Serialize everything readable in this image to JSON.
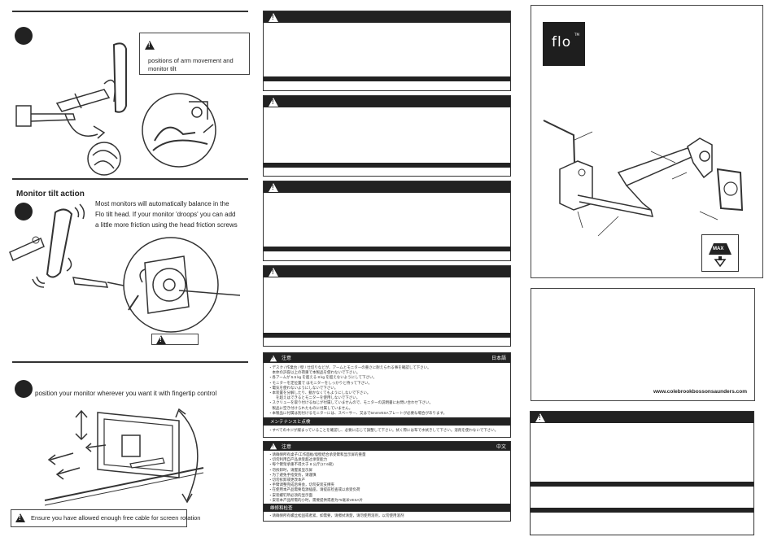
{
  "left": {
    "note_positions": "positions of arm movement and",
    "note_tilt": "monitor tilt",
    "tilt_heading": "Monitor tilt action",
    "tilt_line1": "Most monitors will automatically balance in the",
    "tilt_line2": "Flo tilt head. If your monitor 'droops' you can add",
    "tilt_line3": "a little more friction using the head friction screws",
    "position_text": "position your monitor wherever you want it with fingertip control",
    "cable_warning": "Ensure you have allowed enough free cable for screen rotation"
  },
  "middle": {
    "jp": {
      "header_title": "注意",
      "header_lang": "日本語",
      "lines": [
        "・デスク / 作業台 / 壁 / 仕切りなどが、アームとモニターの重さに耐えられる事を確認して下さい。",
        "　本体の許容以上の荷重で本製品を使わないで下さい。",
        "・各アームが 5.5 kg を超える 8 kg を超えないようにして下さい。",
        "・モニターを定位置で はモニターをしっかりと持って下さい。",
        "・電気を使わないようにしないで下さい。",
        "・本装置を分解したり、動かなくてもようにしないで下さい。",
        "　　を超えはできるとモニターを使用しないで下さい。",
        "・スクリューを取り付けるねじが付属していませんので、モニターの説明書にお問い合わせ下さい。",
        "　製品に空き付けられたものに付属していません。",
        "・本製品に付属は別付けるモニターには、スペーサー、又はで5mmVESAプレートが必要な場合があります。"
      ],
      "maint_title": "メンテナンスと点検",
      "maint_line": "・すべてのネジが緩まっていることを確認し、必要に応じて調整して下さい。拭く際には布で水拭きして下さい。溶剤を使わないで下さい。"
    },
    "zh": {
      "header_title": "注意",
      "header_lang": "中文",
      "lines": [
        "・请确保所有桌子/工作面板/墙壁结合承受臂和显示屏的重量",
        "・切勿利用自产品承受超过承受能力",
        "・每个臂架承重不得大于 8 公斤(17.6磅)",
        "・勿拆卸时，请握紧显示屏",
        "・为了避免手指受伤，请谨慎",
        "・切勿拆卸或更改本产",
        "・手臂调整完成后将会，切勿安装支撑夹",
        "・在使用本产品需要电源插座，请提前检查或以承受负荷",
        "・安装螺钉所必须的显示面",
        "・安装本产品所需的小时，需要提供或者为75毫米VESA片"
      ],
      "maint_title": "维修和检查",
      "maint_line": "・请确保所有螺丝松固或者紧，如需要，请擦拭清楚，请勿使用溶剂，以勿使用溶剂"
    }
  },
  "right": {
    "logo_text": "flo",
    "logo_tm": "TM",
    "max_label": "MAX",
    "website": "www.colebrookbossonsaunders.com"
  },
  "colors": {
    "ink": "#222222",
    "line": "#333333",
    "bar": "#1e1e1e"
  }
}
